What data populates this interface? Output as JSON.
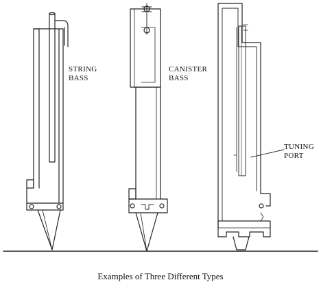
{
  "labels": {
    "string_bass": [
      "STRING",
      "BASS"
    ],
    "canister_bass": [
      "CANISTER",
      "BASS"
    ],
    "tuning_port": [
      "TUNING",
      "PORT"
    ]
  },
  "caption": "Examples of Three Different Types",
  "colors": {
    "ink": "#222222",
    "paper": "#ffffff"
  }
}
